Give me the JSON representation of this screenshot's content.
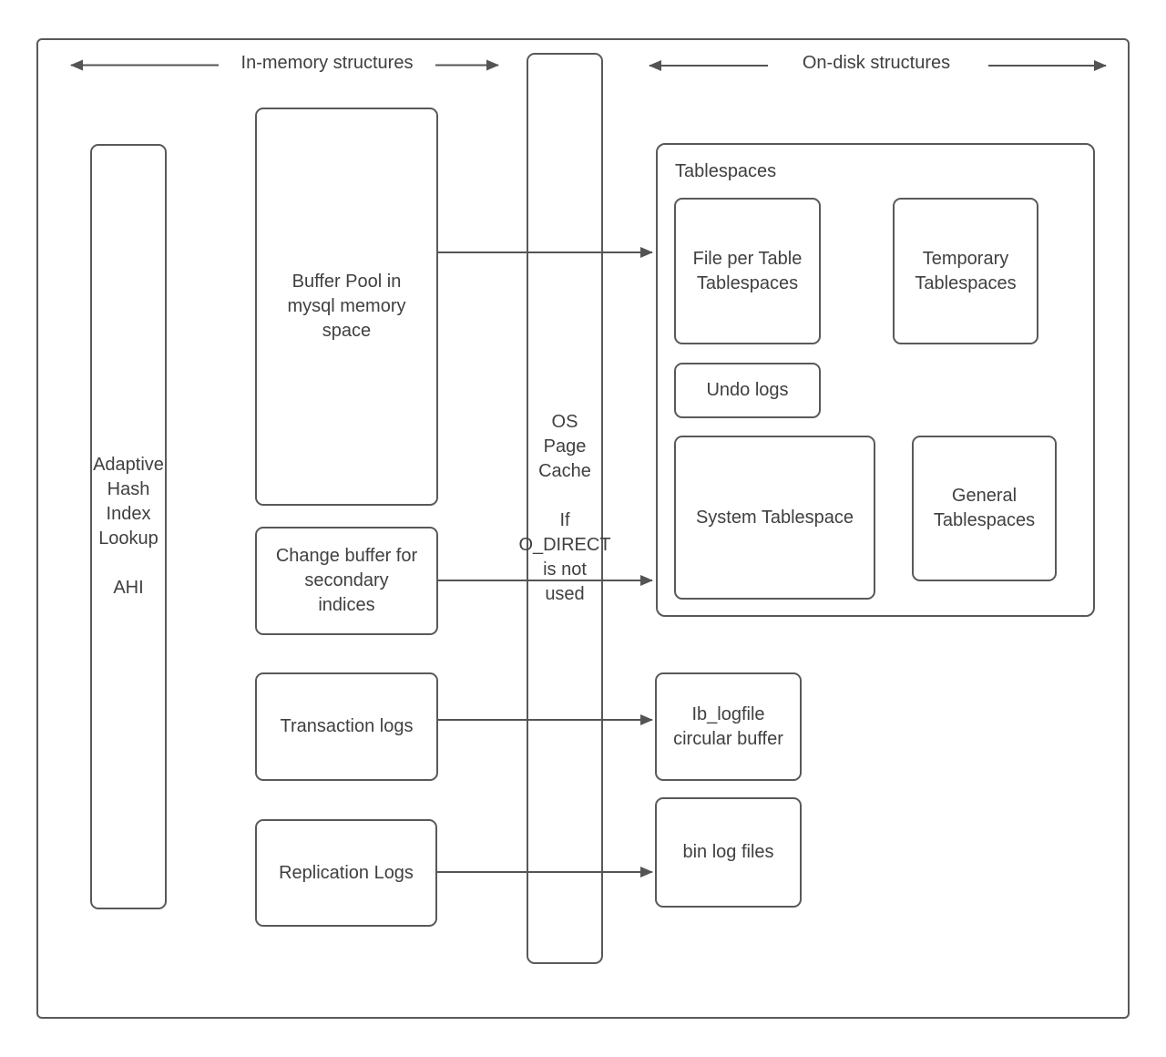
{
  "diagram": {
    "headers": {
      "in_memory": "In-memory structures",
      "on_disk": "On-disk structures"
    },
    "in_memory": {
      "adaptive_hash_index": "Adaptive\nHash\nIndex\nLookup\n\nAHI",
      "buffer_pool": "Buffer Pool in\nmysql memory\nspace",
      "change_buffer": "Change buffer for\nsecondary\nindices",
      "transaction_logs": "Transaction logs",
      "replication_logs": "Replication Logs"
    },
    "cache": {
      "os_page_cache": "OS\nPage\nCache\n\nIf\nO_DIRECT\nis not\nused"
    },
    "on_disk": {
      "tablespaces_title": "Tablespaces",
      "file_per_table": "File per Table\nTablespaces",
      "temporary_tablespaces": "Temporary\nTablespaces",
      "undo_logs": "Undo logs",
      "system_tablespace": "System Tablespace",
      "general_tablespaces": "General\nTablespaces",
      "ib_logfile": "Ib_logfile\ncircular buffer",
      "bin_log_files": "bin log files"
    }
  },
  "colors": {
    "stroke": "#595959",
    "text": "#404040",
    "background": "#ffffff"
  }
}
